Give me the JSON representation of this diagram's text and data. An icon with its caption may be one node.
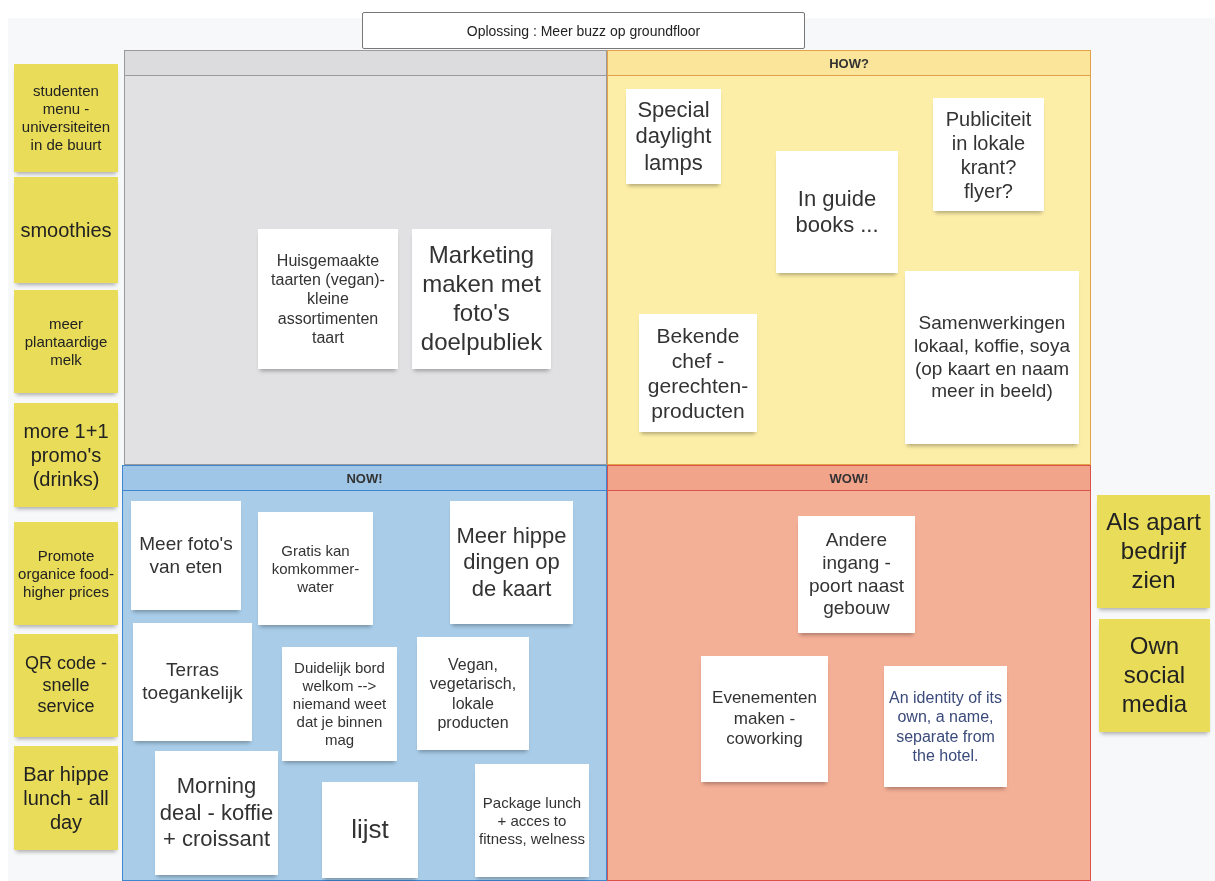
{
  "diagram": {
    "title": "Oplossing : Meer buzz op groundfloor",
    "nodes": [
      {
        "text": [],
        "shape": "box"
      },
      {
        "text": [
          "Huisgemaakte taarten (vegan)- kleine assortimenten taart"
        ],
        "in": 0
      },
      {
        "text": [
          "Marketing maken met foto's doelpubliek"
        ],
        "in": 0
      },
      {
        "text": [
          "HOW?"
        ]
      },
      {
        "text": [
          "Special daylight lamps"
        ],
        "in": 3
      },
      {
        "text": [
          "In guide books ..."
        ],
        "in": 3
      },
      {
        "text": [
          "Publiciteit in lokale krant? flyer?"
        ],
        "in": 3
      },
      {
        "text": [
          "Bekende chef - gerechten-producten"
        ],
        "in": 3
      },
      {
        "text": [
          "Samenwerkingen lokaal, koffie, soya (op kaart en naam meer in beeld)"
        ],
        "in": 3
      },
      {
        "text": [
          "NOW!"
        ]
      },
      {
        "text": [
          "Meer foto's van eten"
        ],
        "in": 9
      },
      {
        "text": [
          "Gratis kan komkommer-water"
        ],
        "in": 9
      },
      {
        "text": [
          "Meer hippe dingen op de kaart"
        ],
        "in": 9
      },
      {
        "text": [
          "Terras toegankelijk"
        ],
        "in": 9
      },
      {
        "text": [
          "Duidelijk bord welkom --> niemand weet dat je binnen mag"
        ],
        "in": 9
      },
      {
        "text": [
          "Vegan, vegetarisch, lokale producten"
        ],
        "in": 9
      },
      {
        "text": [
          "Morning deal - koffie + croissant"
        ],
        "in": 9
      },
      {
        "text": [
          "lijst"
        ],
        "in": 9
      },
      {
        "text": [
          "Package lunch + acces to fitness, welness"
        ],
        "in": 9
      },
      {
        "text": [
          "WOW!"
        ]
      },
      {
        "text": [
          "Andere ingang - poort naast gebouw"
        ],
        "in": 19
      },
      {
        "text": [
          "Evenementen maken - coworking"
        ],
        "in": 19
      },
      {
        "text": [
          "An identity of its own, a name, separate from the hotel."
        ],
        "in": 19
      },
      {
        "text": [
          "studenten menu - universiteiten in de buurt"
        ]
      },
      {
        "text": [
          "smoothies"
        ]
      },
      {
        "text": [
          "meer plantaardige melk"
        ]
      },
      {
        "text": [
          "more 1+1 promo's (drinks)"
        ]
      },
      {
        "text": [
          "Promote organice food- higher prices"
        ]
      },
      {
        "text": [
          "QR code - snelle service"
        ]
      },
      {
        "text": [
          "Bar hippe lunch - all day"
        ]
      },
      {
        "text": [
          "Als apart bedrijf zien"
        ]
      },
      {
        "text": [
          "Own social media"
        ]
      }
    ]
  }
}
